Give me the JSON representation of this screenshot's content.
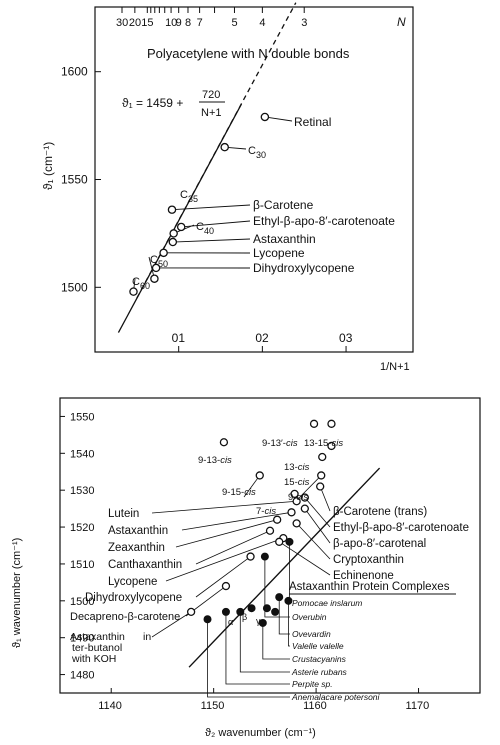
{
  "chart_data": [
    {
      "type": "scatter",
      "title": "Polyacetylene with N double bonds",
      "equation": {
        "lhs": "ϑ₁ = 1459 +",
        "num": "720",
        "den": "N+1"
      },
      "xlabel": "1/N+1",
      "x_top_label": "N",
      "ylabel": "ϑ₁ (cm⁻¹)",
      "xlim": [
        0,
        0.38
      ],
      "ylim": [
        1470,
        1630
      ],
      "x_ticks": [
        {
          "v": 0.1,
          "label": "01"
        },
        {
          "v": 0.2,
          "label": "02"
        },
        {
          "v": 0.3,
          "label": "03"
        }
      ],
      "y_ticks": [
        {
          "v": 1500,
          "label": "1500"
        },
        {
          "v": 1550,
          "label": "1550"
        },
        {
          "v": 1600,
          "label": "1600"
        }
      ],
      "top_ticks": [
        {
          "n": 30,
          "label": "30"
        },
        {
          "n": 20,
          "label": "20"
        },
        {
          "n": 15,
          "label": "15"
        },
        {
          "n": 10,
          "label": "10"
        },
        {
          "n": 9,
          "label": "9"
        },
        {
          "n": 8,
          "label": "8"
        },
        {
          "n": 7,
          "label": "7"
        },
        {
          "n": 5,
          "label": "5"
        },
        {
          "n": 4,
          "label": "4"
        },
        {
          "n": 3,
          "label": "3"
        },
        {
          "n": 14
        },
        {
          "n": 13
        },
        {
          "n": 12
        },
        {
          "n": 11
        },
        {
          "n": 6
        }
      ],
      "fit_line": {
        "x": [
          0.028,
          0.175
        ],
        "y": [
          1479,
          1585
        ]
      },
      "theory_line": {
        "x": [
          0.05,
          0.24
        ],
        "y": [
          1495,
          1632
        ]
      },
      "points": [
        {
          "name": "Retinal",
          "x": 0.203,
          "y": 1579
        },
        {
          "name": "C30",
          "x": 0.155,
          "y": 1565
        },
        {
          "name": "β-Carotene",
          "x": 0.092,
          "y": 1536
        },
        {
          "name": "Ethyl-β-apo-8′-carotenoate",
          "x": 0.103,
          "y": 1528
        },
        {
          "name": "C40",
          "x": 0.094,
          "y": 1525
        },
        {
          "name": "Astaxanthin",
          "x": 0.093,
          "y": 1521
        },
        {
          "name": "Lycopene",
          "x": 0.082,
          "y": 1516
        },
        {
          "name": "Dihydroxylycopene",
          "x": 0.073,
          "y": 1509
        },
        {
          "name": "C50",
          "x": 0.071,
          "y": 1504
        },
        {
          "name": "C60",
          "x": 0.046,
          "y": 1498
        }
      ],
      "point_labels": {
        "retinal": "Retinal",
        "c30": "C",
        "c30_sub": "30",
        "c35": "C",
        "c35_sub": "35",
        "c40": "C",
        "c40_sub": "40",
        "c50": "C",
        "c50_sub": "50",
        "c60": "C",
        "c60_sub": "60",
        "beta_carotene": "β-Carotene",
        "ethyl": "Ethyl-β-apo-8′-carotenoate",
        "astaxanthin": "Astaxanthin",
        "lycopene": "Lycopene",
        "dihydroxy": "Dihydroxylycopene"
      }
    },
    {
      "type": "scatter",
      "xlabel": "ϑ₂ wavenumber (cm⁻¹)",
      "ylabel": "ϑ₁ wavenumber (cm⁻¹)",
      "xlim": [
        1135,
        1176
      ],
      "ylim": [
        1475,
        1555
      ],
      "x_ticks": [
        1140,
        1150,
        1160,
        1170
      ],
      "y_ticks": [
        1480,
        1490,
        1500,
        1510,
        1520,
        1530,
        1540,
        1550
      ],
      "fit_line": {
        "x": [
          1147.6,
          1166.2
        ],
        "y": [
          1482,
          1536
        ]
      },
      "open_points": [
        {
          "name": "9-13-cis",
          "x": 1151.0,
          "y": 1543
        },
        {
          "name": "9-13′-cis",
          "x": 1159.8,
          "y": 1548
        },
        {
          "name": "13-15-cis",
          "x": 1161.5,
          "y": 1548
        },
        {
          "name": "13-cis",
          "x": 1161.5,
          "y": 1542
        },
        {
          "name": "15-cis",
          "x": 1160.6,
          "y": 1539
        },
        {
          "name": "9-cis",
          "x": 1160.5,
          "y": 1534
        },
        {
          "name": "9-15-cis",
          "x": 1154.5,
          "y": 1534
        },
        {
          "name": "7-cis",
          "x": 1157.9,
          "y": 1529
        },
        {
          "name": "β-Carotene (trans)",
          "x": 1160.4,
          "y": 1531
        },
        {
          "name": "Ethyl-β-apo-8′-carotenoate",
          "x": 1158.9,
          "y": 1528
        },
        {
          "name": "β-apo-8′-carotenal",
          "x": 1158.9,
          "y": 1525
        },
        {
          "name": "Lutein",
          "x": 1158.1,
          "y": 1527
        },
        {
          "name": "Astaxanthin",
          "x": 1157.6,
          "y": 1524
        },
        {
          "name": "Zeaxanthin",
          "x": 1156.2,
          "y": 1522
        },
        {
          "name": "Cryptoxanthin",
          "x": 1158.1,
          "y": 1521
        },
        {
          "name": "Canthaxanthin",
          "x": 1155.5,
          "y": 1519
        },
        {
          "name": "Lycopene",
          "x": 1156.8,
          "y": 1517
        },
        {
          "name": "Echinenone",
          "x": 1156.4,
          "y": 1516
        },
        {
          "name": "Dihydroxylycopene",
          "x": 1153.6,
          "y": 1512
        },
        {
          "name": "Decapreno-β-carotene",
          "x": 1151.2,
          "y": 1504
        },
        {
          "name": "Astaxanthin in ter-butanol with KOH",
          "x": 1147.8,
          "y": 1497
        }
      ],
      "filled_points": [
        {
          "name": "Pomocae inslarum",
          "x": 1157.4,
          "y": 1516
        },
        {
          "name": "Overubin",
          "x": 1155.0,
          "y": 1512
        },
        {
          "name": "Ovevardin",
          "x": 1156.4,
          "y": 1501
        },
        {
          "name": "Valelle valelle",
          "x": 1157.3,
          "y": 1500
        },
        {
          "name": "Crustacyanins α",
          "x": 1153.7,
          "y": 1498
        },
        {
          "name": "Crustacyanins β",
          "x": 1155.2,
          "y": 1498
        },
        {
          "name": "Crustacyanins γ",
          "x": 1156.0,
          "y": 1497
        },
        {
          "name": "Crustacyanins",
          "x": 1154.8,
          "y": 1494
        },
        {
          "name": "Asterie rubans",
          "x": 1152.6,
          "y": 1497
        },
        {
          "name": "Perpite sp.",
          "x": 1151.2,
          "y": 1497
        },
        {
          "name": "Anemalacare potersoni",
          "x": 1149.4,
          "y": 1495
        }
      ],
      "labels": {
        "c913": "9-13-",
        "c913_i": "cis",
        "c913p": "9-13′-",
        "c913p_i": "cis",
        "c1315": "13-15-",
        "c1315_i": "cis",
        "c13": "13-",
        "c13_i": "cis",
        "c15": "15-",
        "c15_i": "cis",
        "c9": "9-",
        "c9_i": "cis",
        "c915": "9-15-",
        "c915_i": "cis",
        "c7": "7-",
        "c7_i": "cis",
        "bcar": "β-Carotene (trans)",
        "ethyl": "Ethyl-β-apo-8′-carotenoate",
        "apo": "β-apo-8′-carotenal",
        "crypto": "Cryptoxanthin",
        "echin": "Echinenone",
        "lutein": "Lutein",
        "astax": "Astaxanthin",
        "zeax": "Zeaxanthin",
        "cantha": "Canthaxanthin",
        "lyco": "Lycopene",
        "dihy": "Dihydroxylycopene",
        "deca": "Decapreno-β-carotene",
        "astko1": "Astaxanthin",
        "astko_in": "in",
        "astko2": "ter-butanol",
        "astko3": "with KOH",
        "apc": "Astaxanthin Protein Complexes",
        "pomo": "Pomocae inslarum",
        "over": "Overubin",
        "ovev": "Ovevardin",
        "vale": "Valelle valelle",
        "crus": "Crustacyanins",
        "aste": "Asterie rubans",
        "perp": "Perpite sp.",
        "anem": "Anemalacare potersoni",
        "alpha": "α",
        "beta": "β",
        "gamma": "γ"
      }
    }
  ]
}
